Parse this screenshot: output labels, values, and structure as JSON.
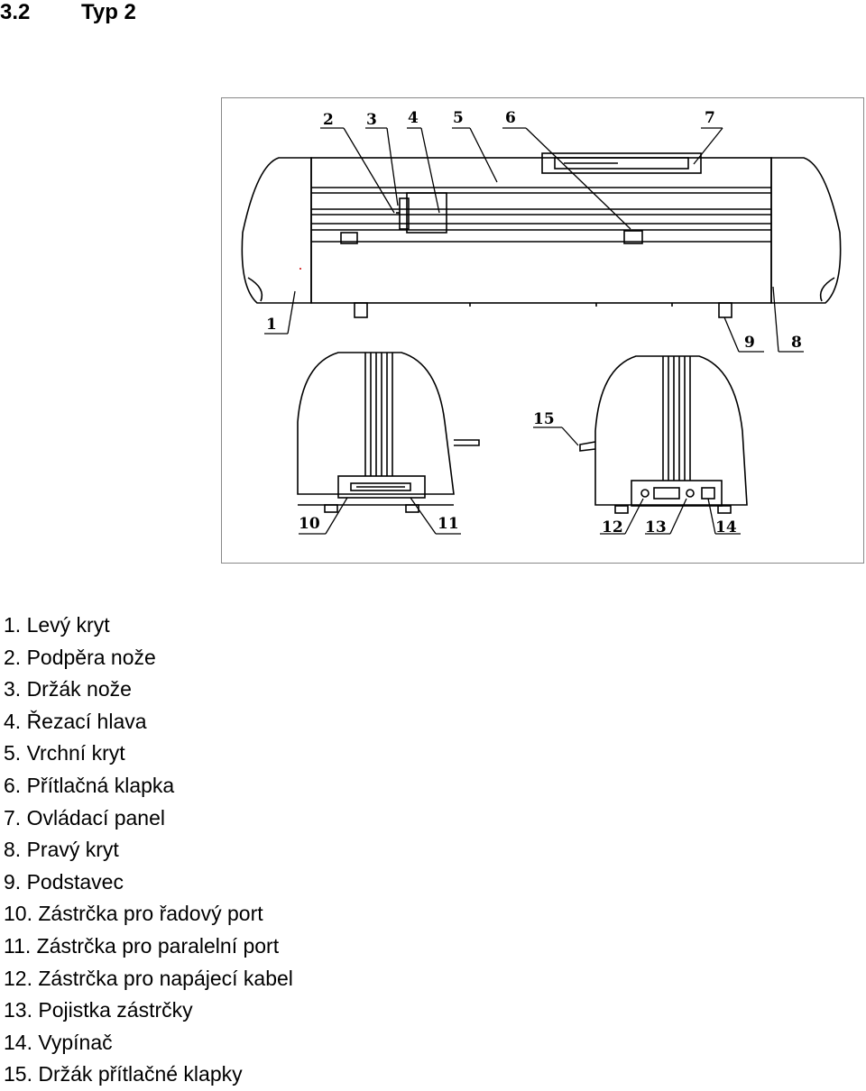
{
  "heading": {
    "number": "3.2",
    "title": "Typ 2"
  },
  "figure": {
    "callouts": [
      "1",
      "2",
      "3",
      "4",
      "5",
      "6",
      "7",
      "8",
      "9",
      "10",
      "11",
      "12",
      "13",
      "14",
      "15"
    ]
  },
  "parts": [
    "1. Levý kryt",
    "2. Podpěra nože",
    "3. Držák nože",
    "4. Řezací hlava",
    "5. Vrchní kryt",
    "6. Přítlačná klapka",
    "7. Ovládací panel",
    "8. Pravý kryt",
    "9. Podstavec",
    "10. Zástrčka pro řadový port",
    "11. Zástrčka pro paralelní port",
    "12. Zástrčka pro napájecí kabel",
    "13. Pojistka zástrčky",
    "14. Vypínač",
    "15. Držák přítlačné klapky"
  ]
}
